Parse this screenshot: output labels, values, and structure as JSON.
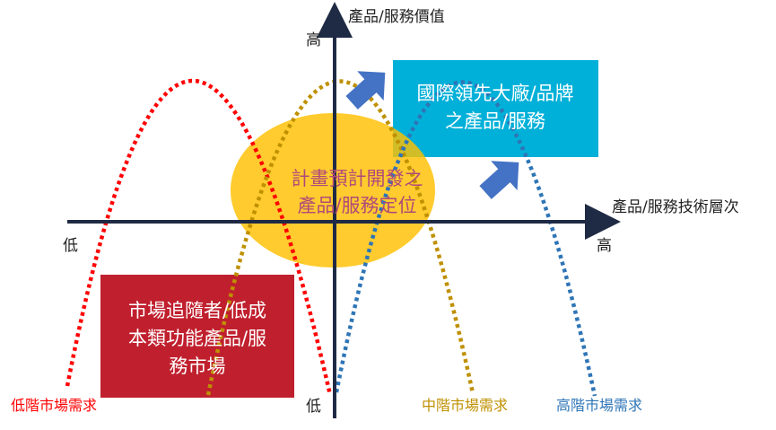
{
  "axes": {
    "y_title": "產品/服務價值",
    "y_high": "高",
    "y_low": "低",
    "x_title": "產品/服務技術層次",
    "x_low": "低",
    "x_high": "高"
  },
  "curves": [
    {
      "id": "low",
      "label": "低階市場需求",
      "color": "#ff0000"
    },
    {
      "id": "mid",
      "label": "中階市場需求",
      "color": "#bf9000"
    },
    {
      "id": "high",
      "label": "高階市場需求",
      "color": "#2e75b6"
    }
  ],
  "boxes": {
    "intl": {
      "line1": "國際領先大廠/品牌",
      "line2": "之產品/服務",
      "color": "#00b0d8"
    },
    "follower": {
      "line1": "市場追隨者/低成",
      "line2": "本類功能產品/服",
      "line3": "務市場",
      "color": "#c0202e"
    }
  },
  "ellipse": {
    "line1": "計畫預計開發之",
    "line2": "產品/服務定位",
    "color": "#ffc000"
  },
  "arrow_color": "#4472c4",
  "text_colors": {
    "ellipse_text": "#b0497a",
    "axis_text": "#222222",
    "box_text": "#ffffff"
  }
}
